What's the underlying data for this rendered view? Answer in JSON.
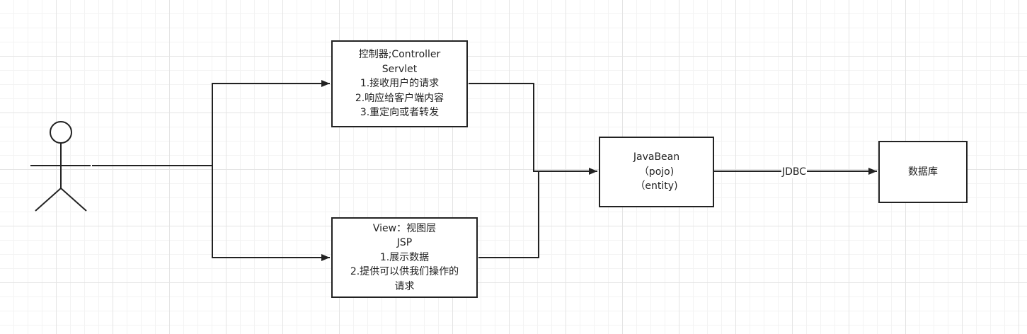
{
  "controller": {
    "lines": [
      "控制器;Controller",
      "Servlet",
      "1.接收用户的请求",
      "2.响应给客户端内容",
      "3.重定向或者转发"
    ]
  },
  "view": {
    "lines": [
      "View：视图层",
      "JSP",
      "1.展示数据",
      "2.提供可以供我们操作的",
      "请求"
    ]
  },
  "javabean": {
    "lines": [
      "JavaBean",
      "（pojo)",
      "（entity)"
    ]
  },
  "database": {
    "label": "数据库"
  },
  "edges": {
    "jdbc_label": "JDBC"
  },
  "colors": {
    "stroke": "#222222",
    "grid_major": "#e4e4e4",
    "grid_minor": "#f3f3f3"
  }
}
